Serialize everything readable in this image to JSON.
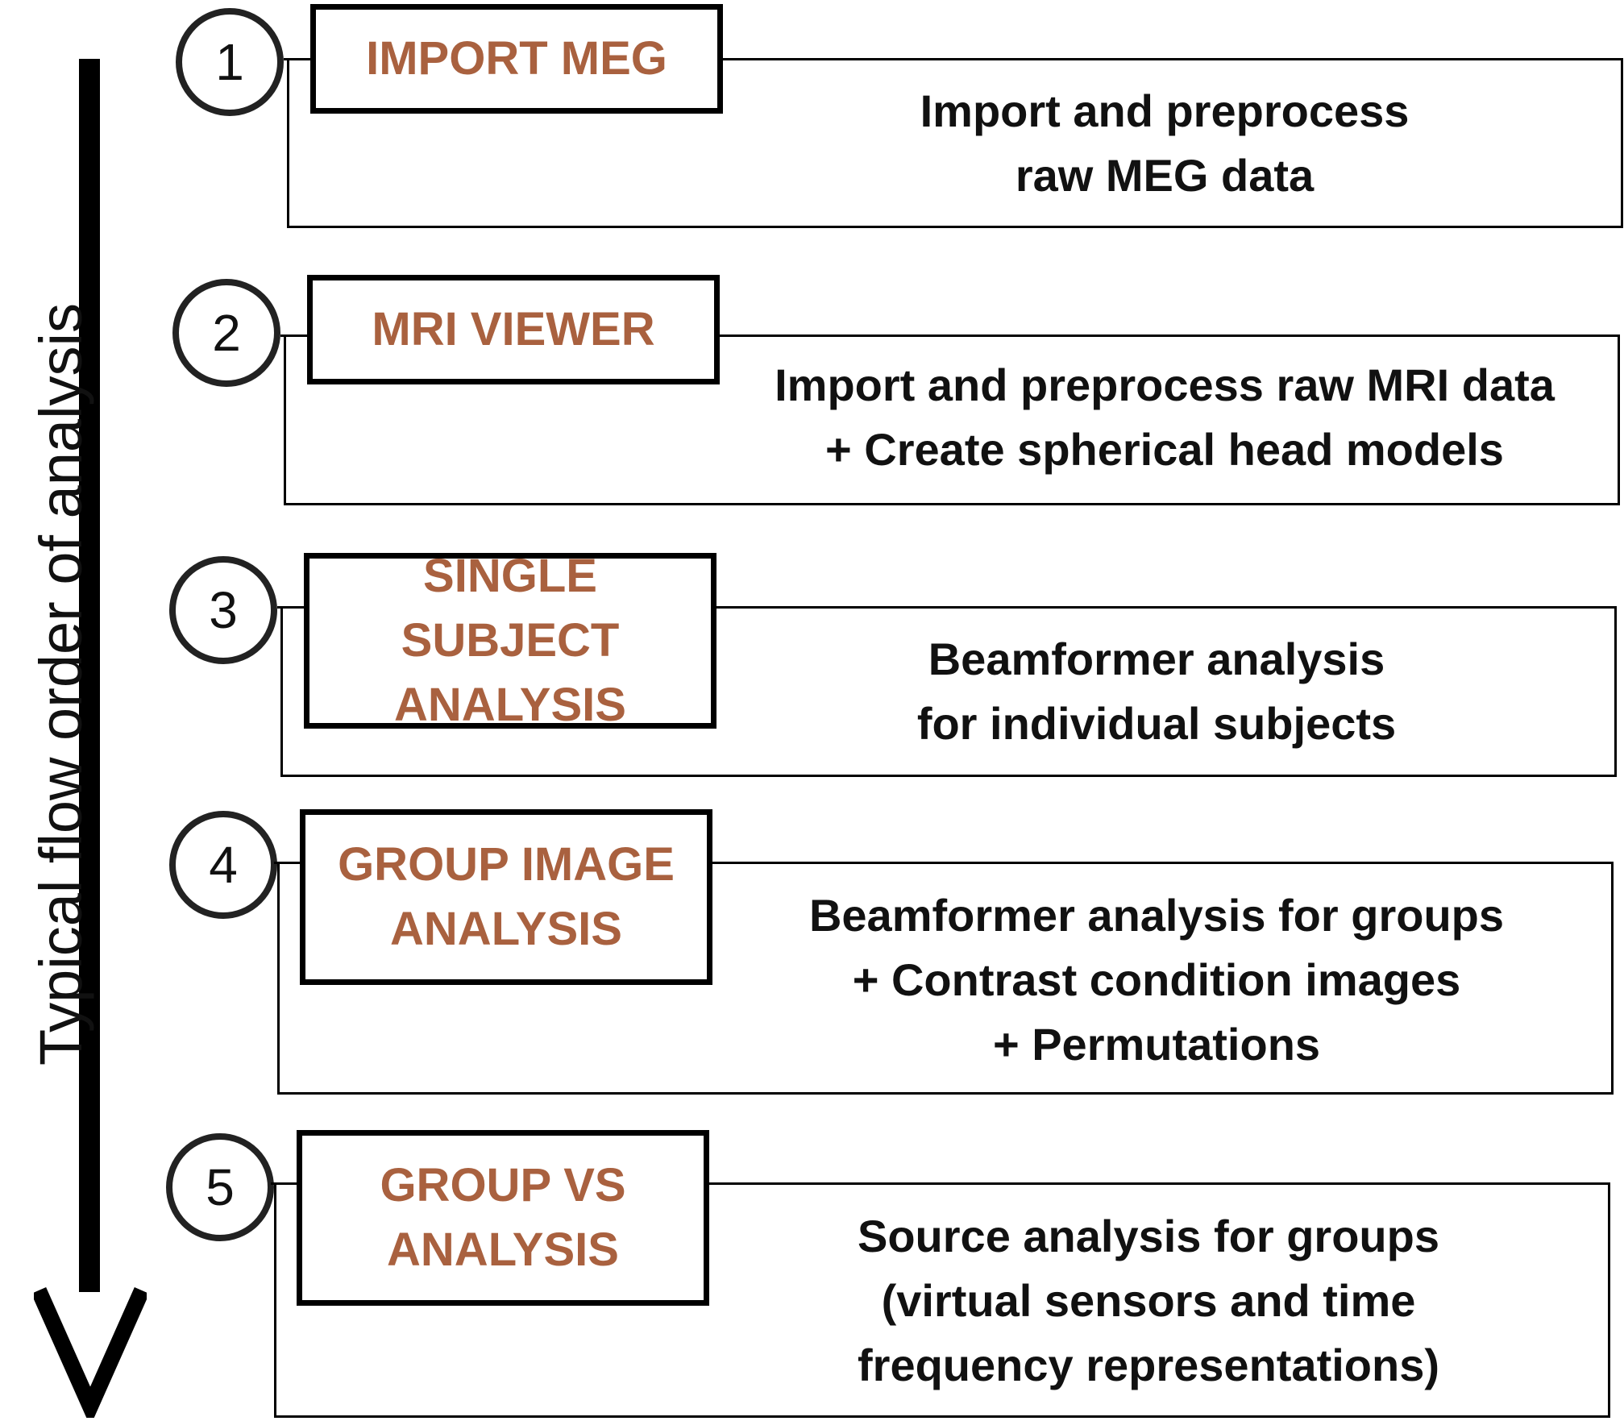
{
  "flow_label": "Typical flow order of analysis",
  "colors": {
    "module_title": "#a9613f",
    "outline": "#000000"
  },
  "steps": [
    {
      "number": "1",
      "module": "IMPORT MEG",
      "description": "Import and preprocess\nraw MEG data"
    },
    {
      "number": "2",
      "module": "MRI VIEWER",
      "description": "Import and preprocess raw MRI data\n+ Create spherical head models"
    },
    {
      "number": "3",
      "module": "SINGLE SUBJECT\nANALYSIS",
      "description": "Beamformer analysis\nfor individual subjects"
    },
    {
      "number": "4",
      "module": "GROUP IMAGE\nANALYSIS",
      "description": "Beamformer analysis for groups\n+ Contrast condition images\n+ Permutations"
    },
    {
      "number": "5",
      "module": "GROUP VS\nANALYSIS",
      "description": "Source analysis for groups\n(virtual sensors and time\nfrequency representations)"
    }
  ]
}
